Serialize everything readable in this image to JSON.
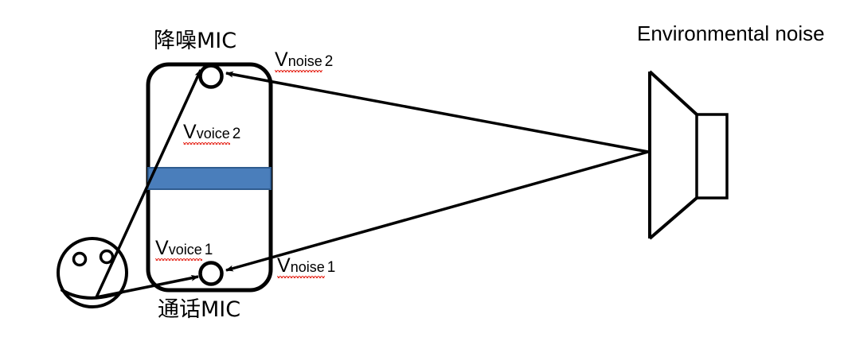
{
  "diagram": {
    "title_right": "Environmental noise",
    "phone": {
      "top_mic_label": "降噪MIC",
      "bottom_mic_label": "通话MIC",
      "screen_bar_color": "#4A7EBB",
      "outline_color": "#000000"
    },
    "signals": [
      {
        "id": "v-voice-2",
        "symbol": "V",
        "subscript": "voice",
        "index": "2",
        "spellcheck_underline": true,
        "description": "voice path from mouth to noise-reduction mic"
      },
      {
        "id": "v-noise-2",
        "symbol": "V",
        "subscript": "noise",
        "index": "2",
        "spellcheck_underline": true,
        "description": "noise path from speaker to noise-reduction mic"
      },
      {
        "id": "v-voice-1",
        "symbol": "V",
        "subscript": "voice",
        "index": "1",
        "spellcheck_underline": true,
        "description": "voice path from mouth to call mic"
      },
      {
        "id": "v-noise-1",
        "symbol": "V",
        "subscript": "noise",
        "index": "1",
        "spellcheck_underline": true,
        "description": "noise path from speaker to call mic"
      }
    ],
    "speaker": {
      "name": "loudspeaker",
      "shape": "cone-and-magnet"
    },
    "head": {
      "name": "talker-head",
      "features": [
        "left-eye",
        "right-eye",
        "mouth"
      ]
    }
  }
}
